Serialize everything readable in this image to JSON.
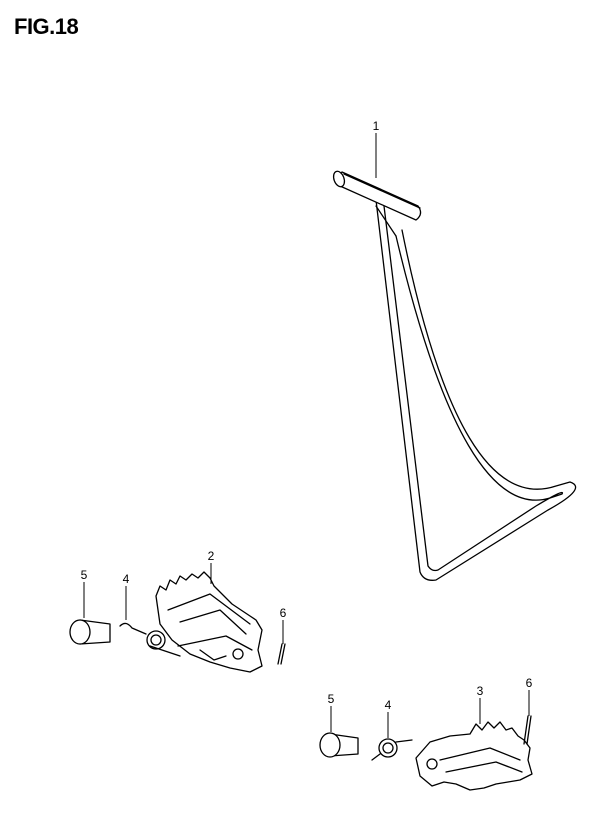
{
  "figure": {
    "title": "FIG.18"
  },
  "callouts": {
    "stand": "1",
    "footrest_left": "2",
    "footrest_right": "3",
    "spring_left": "4",
    "spring_right": "4",
    "pin_left": "5",
    "pin_right": "5",
    "cotter_left": "6",
    "cotter_right": "6"
  }
}
